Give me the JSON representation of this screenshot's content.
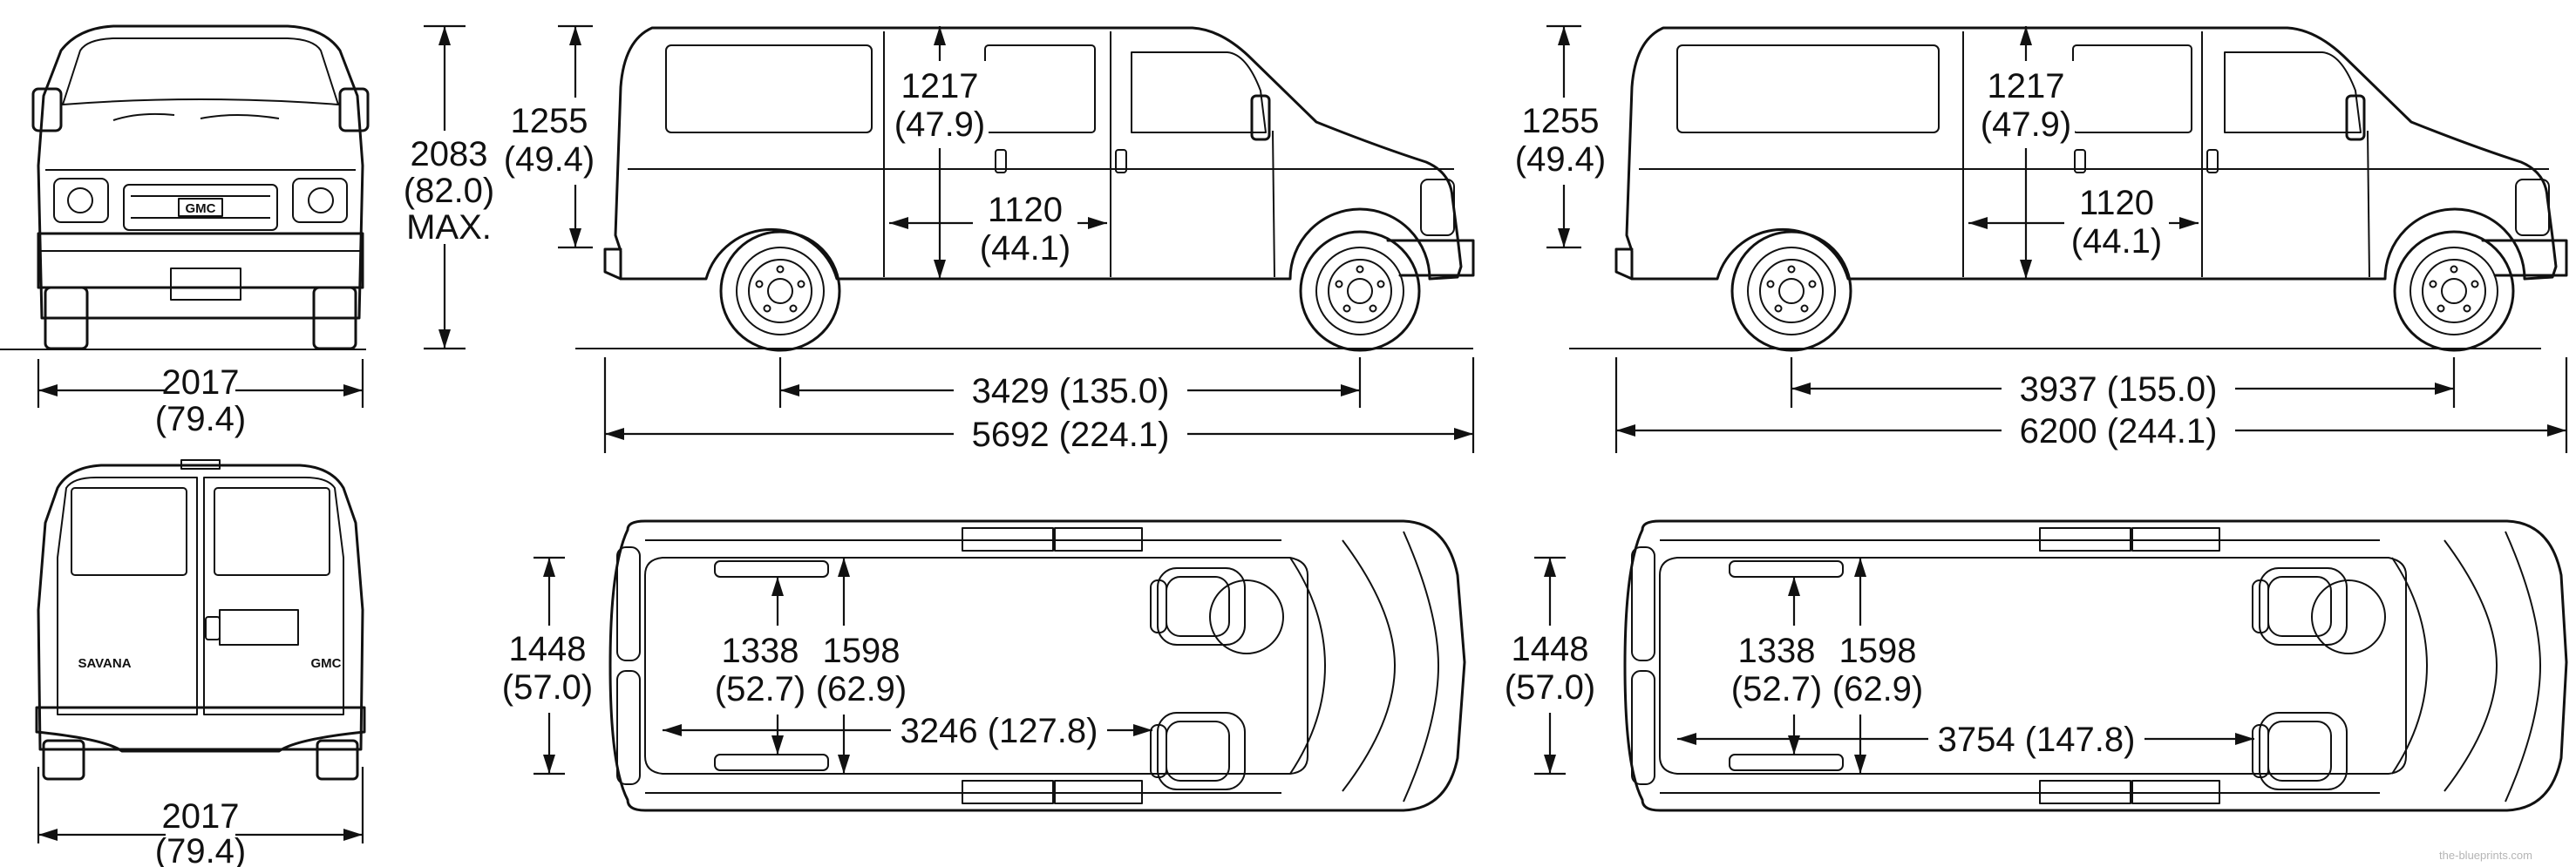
{
  "front_view": {
    "width_mm": "2017",
    "width_in": "(79.4)",
    "height_mm": "2083",
    "height_in": "(82.0)",
    "height_note": "MAX."
  },
  "rear_view": {
    "width_mm": "2017",
    "width_in": "(79.4)",
    "badge_left": "SAVANA",
    "badge_right": "GMC"
  },
  "side_view_standard": {
    "height_mm": "1255",
    "height_in": "(49.4)",
    "door_height_mm": "1217",
    "door_height_in": "(47.9)",
    "door_width_mm": "1120",
    "door_width_in": "(44.1)",
    "wheelbase": "3429 (135.0)",
    "length": "5692 (224.1)"
  },
  "side_view_extended": {
    "height_mm": "1255",
    "height_in": "(49.4)",
    "door_height_mm": "1217",
    "door_height_in": "(47.9)",
    "door_width_mm": "1120",
    "door_width_in": "(44.1)",
    "wheelbase": "3937 (155.0)",
    "length": "6200 (244.1)"
  },
  "top_view_standard": {
    "cargo_height_mm": "1448",
    "cargo_height_in": "(57.0)",
    "width_between_wells_mm": "1338",
    "width_between_wells_in": "(52.7)",
    "max_width_mm": "1598",
    "max_width_in": "(62.9)",
    "cargo_length": "3246 (127.8)"
  },
  "top_view_extended": {
    "cargo_height_mm": "1448",
    "cargo_height_in": "(57.0)",
    "width_between_wells_mm": "1338",
    "width_between_wells_in": "(52.7)",
    "max_width_mm": "1598",
    "max_width_in": "(62.9)",
    "cargo_length": "3754 (147.8)"
  },
  "grille_badge": "GMC",
  "watermark": "the-blueprints.com"
}
